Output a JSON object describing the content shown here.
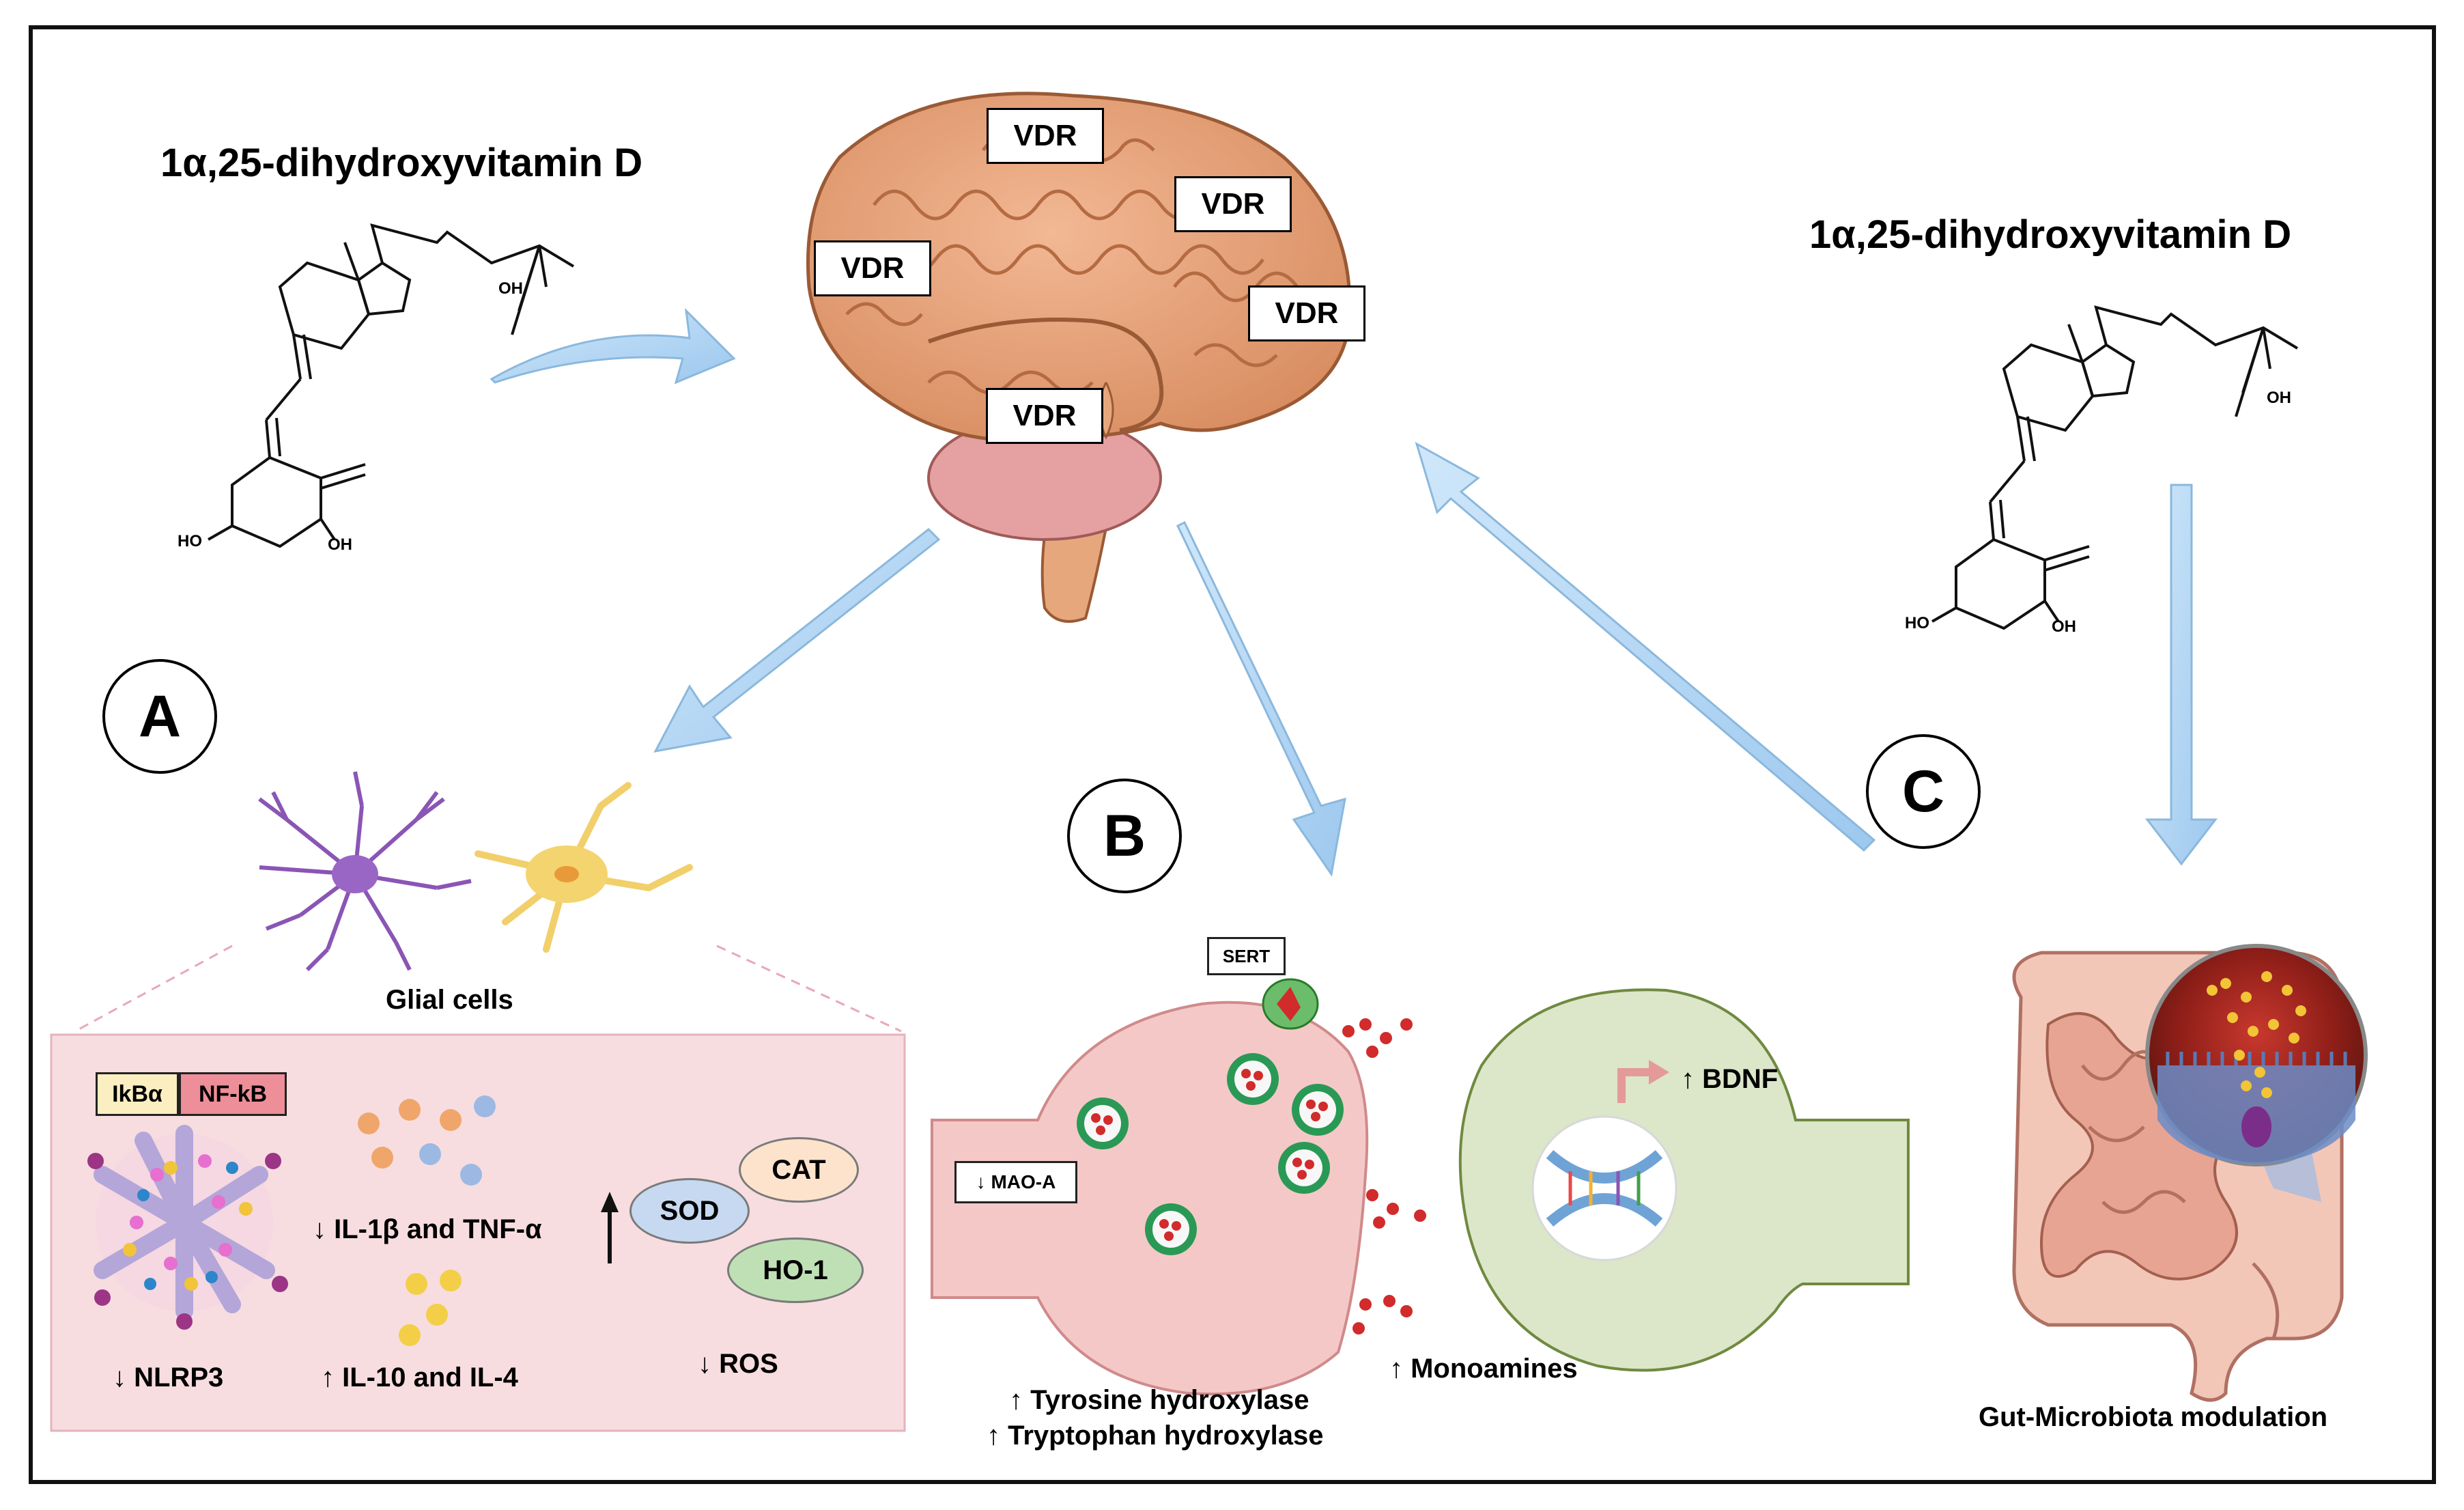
{
  "chart_data": {
    "type": "diagram",
    "vitamin_label": "1α,25-dihydroxyvitamin D",
    "molecule_groups": {
      "oh_top": "OH",
      "oh_left": "HO",
      "oh_right": "OH"
    },
    "vdr_label": "VDR",
    "panels": {
      "a": "A",
      "b": "B",
      "c": "C"
    },
    "glial": {
      "title": "Glial cells",
      "ikba": "IkBα",
      "nfkb": "NF-kB",
      "nlrp3": "↓ NLRP3",
      "il1b": "↓ IL-1β and TNF-α",
      "il10": "↑ IL-10 and IL-4",
      "sod": "SOD",
      "cat": "CAT",
      "ho1": "HO-1",
      "ros": "↓ ROS"
    },
    "synapse": {
      "sert": "SERT",
      "maoa": "↓ MAO-A",
      "bdnf": "↑ BDNF",
      "monoamines": "↑ Monoamines",
      "tyrosine": "↑ Tyrosine hydroxylase",
      "tryptophan": "↑ Tryptophan hydroxylase"
    },
    "gut": {
      "label": "Gut-Microbiota modulation"
    }
  }
}
